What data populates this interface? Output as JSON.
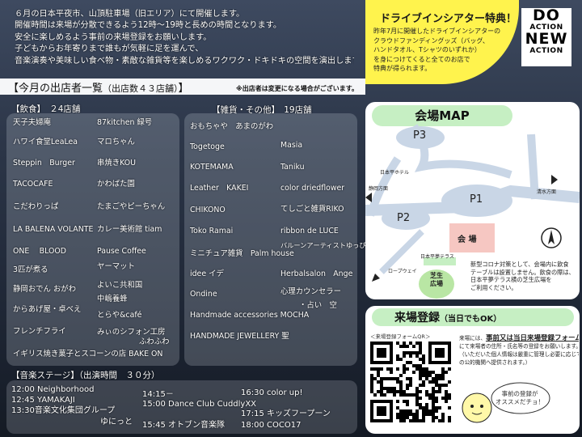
{
  "intro": [
    "６月の日本平夜市、山頂駐車場（旧エリア）にて開催します。",
    "開催時間は来場が分散できるよう12時〜19時と長めの時間となります。",
    "安全に楽しめるよう事前の来場登録をお願いします。",
    "子どもからお年寄りまで誰もが気軽に足を運んで、",
    "音楽演奏や美味しい食べ物・素敵な雑貨等を楽しめるワクワク・ドキドキの空間を演出します。"
  ],
  "theater": {
    "title": "ドライブインシアター特典！",
    "lines": [
      "昨年7月に開催したドライブインシアターの",
      "クラウドファンディングッズ（バッグ、",
      "ハンドタオル、Tシャツのいずれか）",
      "を身につけてくると全てのお店で",
      "特典が得られます。"
    ]
  },
  "logo": {
    "line1": "DO",
    "line2": "ACTION",
    "line3": "NEW",
    "line4": "ACTION"
  },
  "list_header": {
    "title": "【今月の出店者一覧",
    "count": "（出店数４３店舗）",
    "close": "】",
    "note": "※出店者は変更になる場合がございます。"
  },
  "food": {
    "head": "【飲食】　２4店舗",
    "left": [
      "天子夫婦庵",
      "ハワイ食堂LeaLea",
      "Steppin　Burger",
      "TACOCAFE",
      "こだわりっぱ",
      "LA BALENA VOLANTE",
      "ONE　 BLOOD",
      "3匹が煮る",
      "静岡おでん おがわ",
      "からあげ屋・卓べえ",
      "フレンチフライ",
      "イギリス焼き菓子とスコーンの店 BAKE ON"
    ],
    "right": [
      "87kitchen 緑号",
      "マロちゃん",
      "串焼きKOU",
      "かわばた園",
      "たまごやピーちゃん",
      "カレー美術館 tiam",
      "Pause Coffee",
      "ヤーマット",
      "よいこ共和国",
      "中嶋養蜂",
      "とらや&café",
      "みぃのシフォン工房",
      "ふわふわ"
    ]
  },
  "goods": {
    "head": "【雑貨・その他】　19店舗",
    "left": [
      "おもちゃや　あまのがわ",
      "Togetoge",
      "KOTEMAMA",
      "Leather　KAKEI",
      "CHIKONO",
      "Toko Ramai",
      "ミニチュア雑貨　Palm house",
      "idee イデ",
      "Ondine",
      "Handmade accessories MOCHA",
      "HANDMADE JEWELLERY 聖"
    ],
    "right": [
      "Masia",
      "Taniku",
      "color  driedflower",
      "てしごと雑貨RIKO",
      "ribbon de LUCE",
      "バルーンアーティストゆっぴー",
      "Herbalsalon　Ange",
      "心理カウンセラー",
      "・占い　空"
    ]
  },
  "music": {
    "head": "【音楽ステージ】（出演時間　３０分）",
    "col1": [
      "12:00 Neighborhood",
      "12:45 YAMAKAJI",
      "13:30音楽文化集団グループ",
      "ゆにっと"
    ],
    "col2": [
      "14:15－",
      "15:00 Dance Club CuddlyXX",
      "",
      "15:45 オトブン音楽隊"
    ],
    "col3": [
      "16:30 color up!",
      "",
      "17:15 キッズフープーン",
      "18:00 COCO17"
    ]
  },
  "map": {
    "title": "会場MAP",
    "p1": "P1",
    "p2": "P2",
    "p3": "P3",
    "venue": "会 場",
    "lawn": "芝生\n広場",
    "lawn1": "芝生",
    "lawn2": "広場",
    "hotel": "日本平ホテル",
    "shizuoka": "静岡方面",
    "shimizu": "清水方面",
    "terrace": "日本平夢テラス",
    "ropeway": "ロープウェイ",
    "covid": [
      "新型コロナ対策として、会場内に飲食",
      "テーブルは設置しません。飲食の際は、",
      "日本平夢テラス横の芝生広場を",
      "ご利用ください。"
    ]
  },
  "registration": {
    "title": "来場登録",
    "sub": "（当日でもOK）",
    "form_label": "＜来場登録フォームQR＞",
    "note": [
      "来場には、",
      "事前又は当日来場登録フォーム",
      "にて来場者の住所・氏名等の登録をお願いします。",
      "（いただいた個人情報は厳重に管理し必要に応じて保健所等",
      "の公的機関へ提供されます。）"
    ],
    "bubble": "事前の登録がオススメだチョ！",
    "bubble1": "事前の登録が",
    "bubble2": "オススメだチョ！"
  },
  "colors": {
    "theater_bg": "#fff34d",
    "green_head": "#c6efc3",
    "road": "#c9d6e6"
  }
}
